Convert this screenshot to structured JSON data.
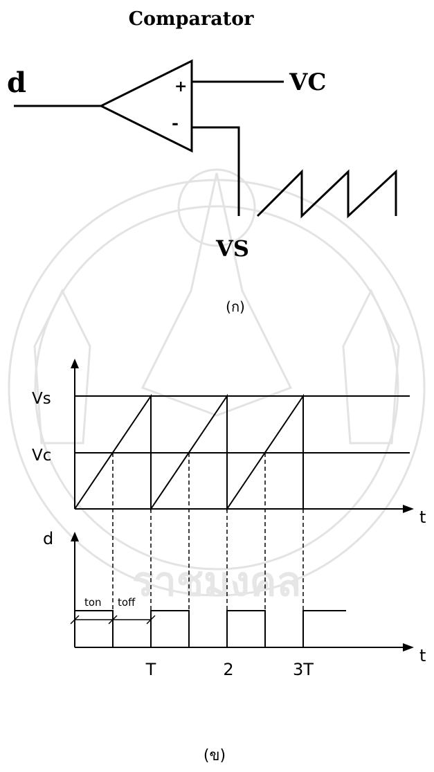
{
  "comparator": {
    "title": "Comparator",
    "input_label": "d",
    "plus_sign": "+",
    "minus_sign": "-",
    "vc_label": "VC",
    "vs_label": "VS",
    "caption": "(ก)"
  },
  "timing": {
    "vs_label": "Vs",
    "vc_label": "Vc",
    "t_axis_label_top": "t",
    "d_label": "d",
    "t_axis_label_bottom": "t",
    "ton_label": "ton",
    "toff_label": "toff",
    "tick_T": "T",
    "tick_2": "2",
    "tick_3T": "3T",
    "caption": "(ข)"
  },
  "watermark": {
    "text": "ราชมงคล",
    "color": "#d9d9d9"
  },
  "colors": {
    "ink": "#000000",
    "paper": "#ffffff"
  }
}
